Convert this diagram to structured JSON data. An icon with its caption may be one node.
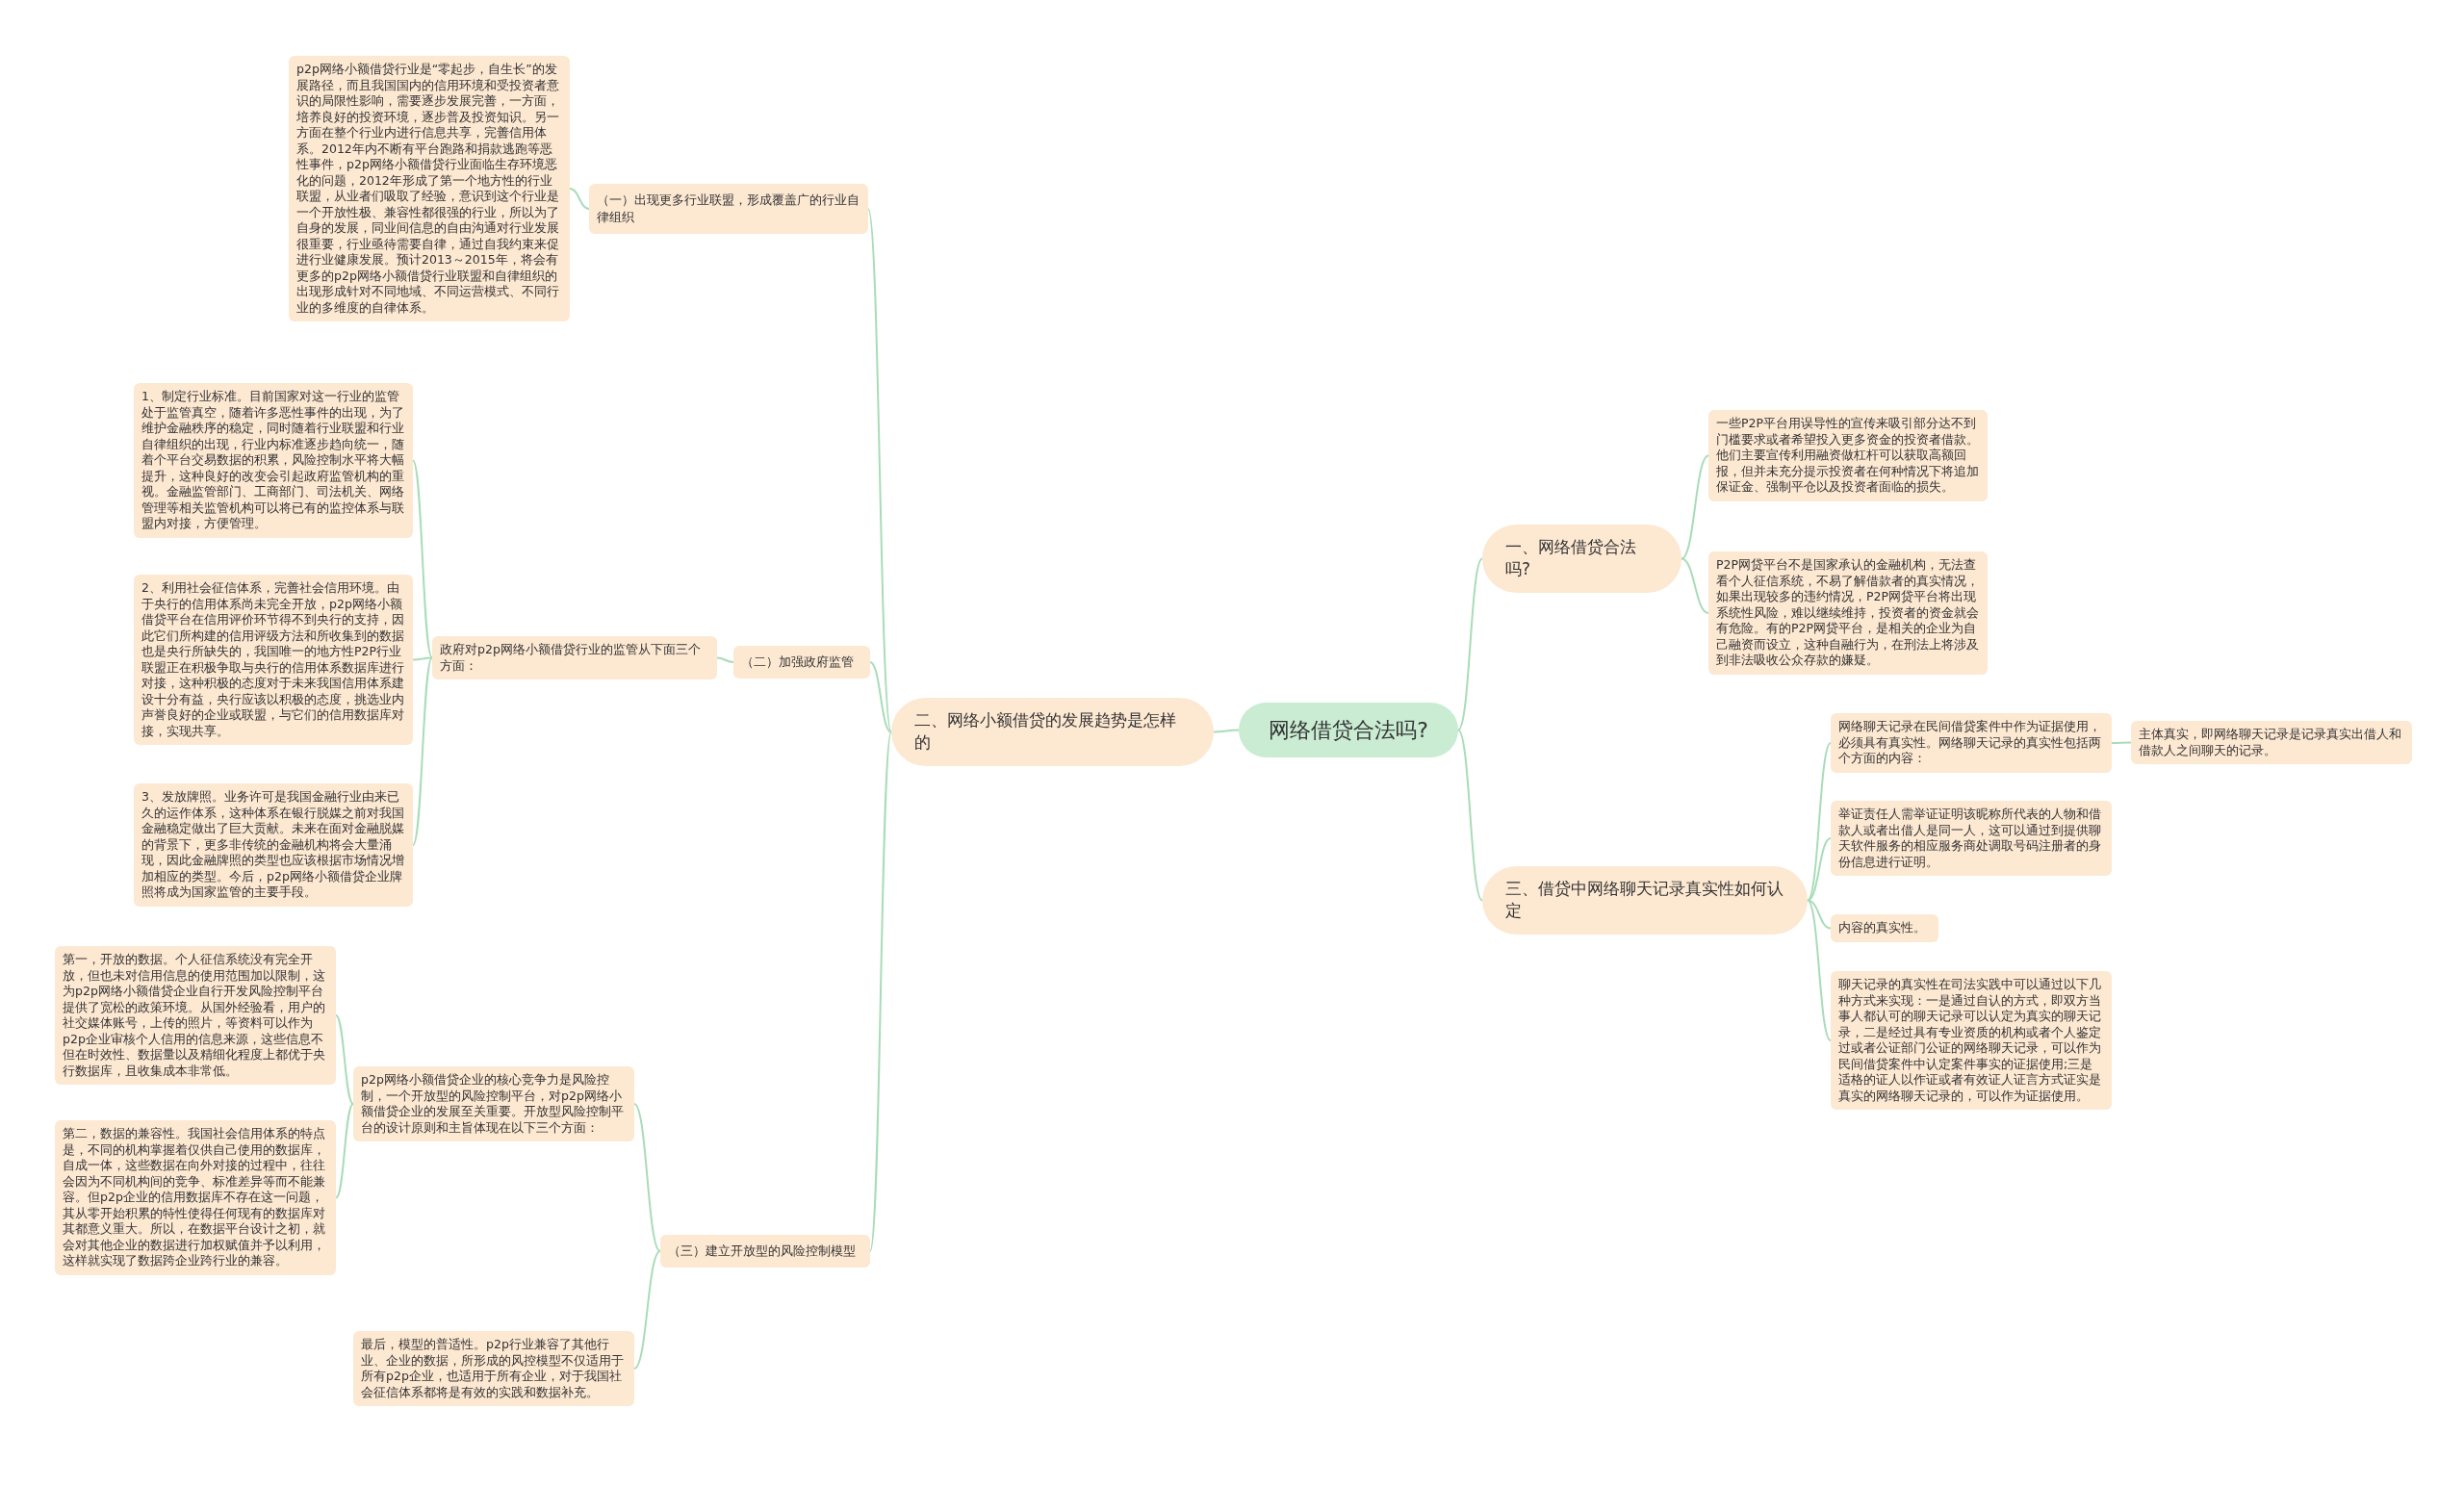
{
  "diagram": {
    "nodes": [
      {
        "text": [
          "网络借贷合法吗?"
        ]
      },
      {
        "text": [
          "二、网络小额借贷的发展趋势是怎样的"
        ]
      },
      {
        "text": [
          "（一）出现更多行业联盟，形成覆盖广的行业自律组织"
        ]
      },
      {
        "text": [
          "p2p网络小额借贷行业是“零起步，自生长”的发展路径，而且我国国内的信用环境和受投资者意识的局限性影响，需要逐步发展完善，一方面，培养良好的投资环境，逐步普及投资知识。另一方面在整个行业内进行信息共享，完善信用体系。2012年内不断有平台跑路和捐款逃跑等恶性事件，p2p网络小额借贷行业面临生存环境恶化的问题，2012年形成了第一个地方性的行业联盟，从业者们吸取了经验，意识到这个行业是一个开放性极、兼容性都很强的行业，所以为了自身的发展，同业间信息的自由沟通对行业发展很重要，行业亟待需要自律，通过自我约束来促进行业健康发展。预计2013～2015年，将会有更多的p2p网络小额借贷行业联盟和自律组织的出现形成针对不同地域、不同运营模式、不同行业的多维度的自律体系。"
        ]
      },
      {
        "text": [
          "（二）加强政府监管"
        ]
      },
      {
        "text": [
          "政府对p2p网络小额借贷行业的监管从下面三个方面："
        ]
      },
      {
        "text": [
          "1、制定行业标准。目前国家对这一行业的监管处于监管真空，随着许多恶性事件的出现，为了维护金融秩序的稳定，同时随着行业联盟和行业自律组织的出现，行业内标准逐步趋向统一，随着个平台交易数据的积累，风险控制水平将大幅提升，这种良好的改变会引起政府监管机构的重视。金融监管部门、工商部门、司法机关、网络管理等相关监管机构可以将已有的监控体系与联盟内对接，方便管理。"
        ]
      },
      {
        "text": [
          "2、利用社会征信体系，完善社会信用环境。由于央行的信用体系尚未完全开放，p2p网络小额借贷平台在信用评价环节得不到央行的支持，因此它们所构建的信用评级方法和所收集到的数据也是央行所缺失的，我国唯一的地方性P2P行业联盟正在积极争取与央行的信用体系数据库进行对接，这种积极的态度对于未来我国信用体系建设十分有益，央行应该以积极的态度，挑选业内声誉良好的企业或联盟，与它们的信用数据库对接，实现共享。"
        ]
      },
      {
        "text": [
          "3、发放牌照。业务许可是我国金融行业由来已久的运作体系，这种体系在银行脱媒之前对我国金融稳定做出了巨大贡献。未来在面对金融脱媒的背景下，更多非传统的金融机构将会大量涌现，因此金融牌照的类型也应该根据市场情况增加相应的类型。今后，p2p网络小额借贷企业牌照将成为国家监管的主要手段。"
        ]
      },
      {
        "text": [
          "（三）建立开放型的风险控制模型"
        ]
      },
      {
        "text": [
          "p2p网络小额借贷企业的核心竞争力是风险控制，一个开放型的风险控制平台，对p2p网络小额借贷企业的发展至关重要。开放型风险控制平台的设计原则和主旨体现在以下三个方面："
        ]
      },
      {
        "text": [
          "第一，开放的数据。个人征信系统没有完全开放，但也未对信用信息的使用范围加以限制，这为p2p网络小额借贷企业自行开发风险控制平台提供了宽松的政策环境。从国外经验看，用户的社交媒体账号，上传的照片，等资料可以作为p2p企业审核个人信用的信息来源，这些信息不但在时效性、数据量以及精细化程度上都优于央行数据库，且收集成本非常低。"
        ]
      },
      {
        "text": [
          "第二，数据的兼容性。我国社会信用体系的特点是，不同的机构掌握着仅供自己使用的数据库，自成一体，这些数据在向外对接的过程中，往往会因为不同机构间的竞争、标准差异等而不能兼容。但p2p企业的信用数据库不存在这一问题，其从零开始积累的特性使得任何现有的数据库对其都意义重大。所以，在数据平台设计之初，就会对其他企业的数据进行加权赋值并予以利用，这样就实现了数据跨企业跨行业的兼容。"
        ]
      },
      {
        "text": [
          "最后，模型的普适性。p2p行业兼容了其他行业、企业的数据，所形成的风控模型不仅适用于所有p2p企业，也适用于所有企业，对于我国社会征信体系都将是有效的实践和数据补充。"
        ]
      },
      {
        "text": [
          "一、网络借贷合法吗?"
        ]
      },
      {
        "text": [
          "一些P2P平台用误导性的宣传来吸引部分达不到门槛要求或者希望投入更多资金的投资者借款。他们主要宣传利用融资做杠杆可以获取高额回报，但并未充分提示投资者在何种情况下将追加保证金、强制平仓以及投资者面临的损失。"
        ]
      },
      {
        "text": [
          "P2P网贷平台不是国家承认的金融机构，无法查看个人征信系统，不易了解借款者的真实情况，如果出现较多的违约情况，P2P网贷平台将出现系统性风险，难以继续维持，投资者的资金就会有危险。有的P2P网贷平台，是相关的企业为自己融资而设立，这种自融行为，在刑法上将涉及到非法吸收公众存款的嫌疑。"
        ]
      },
      {
        "text": [
          "三、借贷中网络聊天记录真实性如何认定"
        ]
      },
      {
        "text": [
          "网络聊天记录在民间借贷案件中作为证据使用，必须具有真实性。网络聊天记录的真实性包括两个方面的内容："
        ]
      },
      {
        "text": [
          "主体真实，即网络聊天记录是记录真实出借人和借款人之间聊天的记录。"
        ]
      },
      {
        "text": [
          "举证责任人需举证证明该昵称所代表的人物和借款人或者出借人是同一人，这可以通过到提供聊天软件服务的相应服务商处调取号码注册者的身份信息进行证明。"
        ]
      },
      {
        "text": [
          "内容的真实性。"
        ]
      },
      {
        "text": [
          "聊天记录的真实性在司法实践中可以通过以下几种方式来实现：一是通过自认的方式，即双方当事人都认可的聊天记录可以认定为真实的聊天记录，二是经过具有专业资质的机构或者个人鉴定过或者公证部门公证的网络聊天记录，可以作为民间借贷案件中认定案件事实的证据使用;三是适格的证人以作证或者有效证人证言方式证实是真实的网络聊天记录的，可以作为证据使用。"
        ]
      }
    ],
    "edges": [
      {
        "from": 0,
        "to": 1,
        "arrow": "none"
      },
      {
        "from": 1,
        "to": 2,
        "arrow": "none"
      },
      {
        "from": 2,
        "to": 3,
        "arrow": "none"
      },
      {
        "from": 1,
        "to": 4,
        "arrow": "none"
      },
      {
        "from": 4,
        "to": 5,
        "arrow": "none"
      },
      {
        "from": 5,
        "to": 6,
        "arrow": "none"
      },
      {
        "from": 5,
        "to": 7,
        "arrow": "none"
      },
      {
        "from": 5,
        "to": 8,
        "arrow": "none"
      },
      {
        "from": 1,
        "to": 9,
        "arrow": "none"
      },
      {
        "from": 9,
        "to": 10,
        "arrow": "none"
      },
      {
        "from": 10,
        "to": 11,
        "arrow": "none"
      },
      {
        "from": 10,
        "to": 12,
        "arrow": "none"
      },
      {
        "from": 9,
        "to": 13,
        "arrow": "none"
      },
      {
        "from": 0,
        "to": 14,
        "arrow": "none"
      },
      {
        "from": 14,
        "to": 15,
        "arrow": "none"
      },
      {
        "from": 14,
        "to": 16,
        "arrow": "none"
      },
      {
        "from": 0,
        "to": 17,
        "arrow": "none"
      },
      {
        "from": 17,
        "to": 18,
        "arrow": "none"
      },
      {
        "from": 18,
        "to": 19,
        "arrow": "none"
      },
      {
        "from": 17,
        "to": 20,
        "arrow": "none"
      },
      {
        "from": 17,
        "to": 21,
        "arrow": "none"
      },
      {
        "from": 17,
        "to": 22,
        "arrow": "none"
      }
    ]
  }
}
